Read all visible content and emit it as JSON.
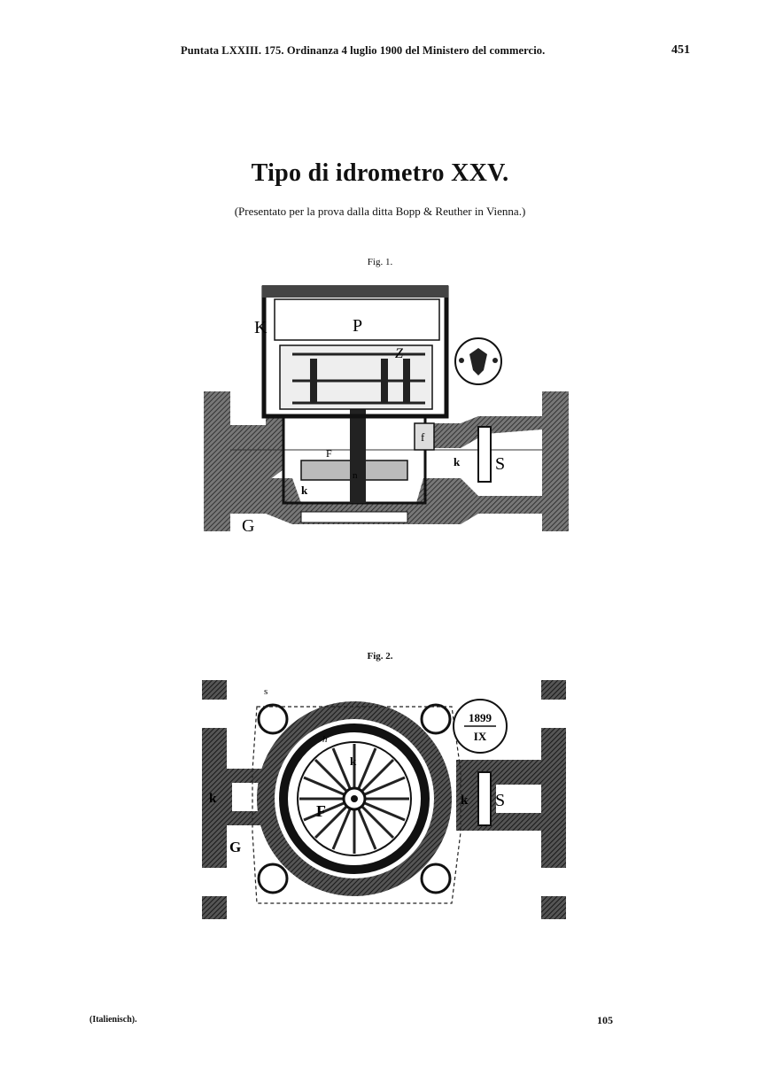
{
  "header": {
    "running_head": "Puntata LXXIII. 175. Ordinanza 4 luglio 1900 del Ministero del commercio.",
    "page_number": "451"
  },
  "title": "Tipo di idrometro XXV.",
  "subtitle": "(Presentato per la prova dalla ditta Bopp & Reuther in Vienna.)",
  "figures": [
    {
      "caption": "Fig. 1.",
      "labels": {
        "K": "K",
        "P": "P",
        "Z": "Z",
        "f": "f",
        "F": "F",
        "k1": "k",
        "k2": "k",
        "S": "S",
        "G": "G",
        "n": "n"
      }
    },
    {
      "caption": "Fig. 2.",
      "labels": {
        "k1": "k",
        "k2": "k",
        "k3": "k",
        "F": "F",
        "S": "S",
        "G": "G",
        "s": "s",
        "h": "h"
      },
      "stamp": {
        "year": "1899",
        "month": "IX"
      }
    }
  ],
  "footer": {
    "left": "(Italienisch).",
    "right": "105"
  },
  "colors": {
    "ink": "#111111",
    "hatch": "#555555",
    "paper": "#ffffff"
  }
}
